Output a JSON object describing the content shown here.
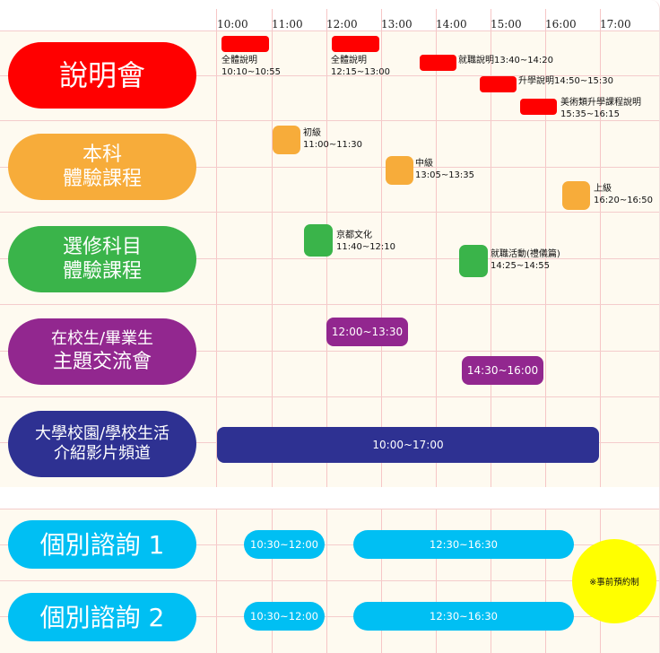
{
  "timeline": {
    "ticks": [
      "10:00",
      "11:00",
      "12:00",
      "13:00",
      "14:00",
      "15:00",
      "16:00",
      "17:00"
    ]
  },
  "colors": {
    "red": "#ff0000",
    "orange": "#f7ac3a",
    "green": "#3ab44a",
    "purple": "#92278f",
    "navy": "#2e3192",
    "cyan": "#00bff3",
    "yellow": "#ffff00"
  },
  "categories": [
    {
      "lines": [
        "說明會"
      ]
    },
    {
      "lines": [
        "本科",
        "體驗課程"
      ]
    },
    {
      "lines": [
        "選修科目",
        "體驗課程"
      ]
    },
    {
      "lines": [
        "在校生/畢業生",
        "主題交流會"
      ]
    },
    {
      "lines": [
        "大學校園/學校生活",
        "介紹影片頻道"
      ]
    },
    {
      "lines": [
        "個別諮詢 1"
      ]
    },
    {
      "lines": [
        "個別諮詢 2"
      ]
    }
  ],
  "briefings": [
    {
      "name": "全體說明",
      "time": "10:10~10:55"
    },
    {
      "name": "全體說明",
      "time": "12:15~13:00"
    },
    {
      "name": "就職說明13:40~14:20"
    },
    {
      "name": "升學說明14:50~15:30"
    },
    {
      "name": "美術類升學課程說明",
      "time": "15:35~16:15"
    }
  ],
  "subject_trials": [
    {
      "name": "初級",
      "time": "11:00~11:30"
    },
    {
      "name": "中級",
      "time": "13:05~13:35"
    },
    {
      "name": "上級",
      "time": "16:20~16:50"
    }
  ],
  "elective_trials": [
    {
      "name": "京都文化",
      "time": "11:40~12:10"
    },
    {
      "name": "就職活動(禮儀篇)",
      "time": "14:25~14:55"
    }
  ],
  "exchange_sessions": [
    "12:00~13:30",
    "14:30~16:00"
  ],
  "video_channel": "10:00~17:00",
  "consultations": [
    {
      "slots": [
        "10:30~12:00",
        "12:30~16:30"
      ]
    },
    {
      "slots": [
        "10:30~12:00",
        "12:30~16:30"
      ]
    }
  ],
  "note": "※事前預約制"
}
